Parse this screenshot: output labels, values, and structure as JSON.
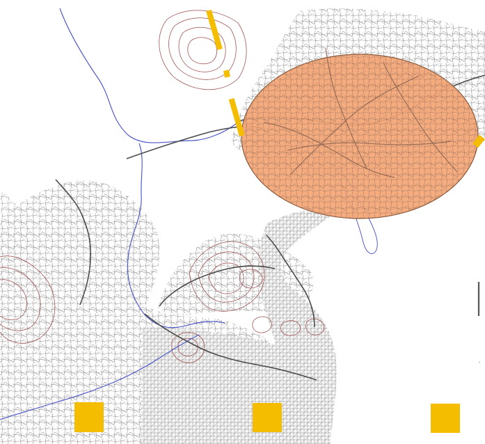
{
  "map": {
    "background_color": "#ffffff",
    "colors": {
      "street_network": "#8f8f8f",
      "main_road": "#4a4a4a",
      "contour_line": "#9a4b4b",
      "river": "#4b55c8",
      "study_area_fill": "#f4a574",
      "study_area_stroke": "#8a5a3c",
      "marker_yellow": "#f5bd00"
    },
    "layers": [
      {
        "name": "street-network",
        "icon": "street-grid-texture"
      },
      {
        "name": "topographic-contours",
        "icon": "contour-lines"
      },
      {
        "name": "rivers",
        "icon": "river-line"
      },
      {
        "name": "main-roads",
        "icon": "road-line"
      },
      {
        "name": "study-area",
        "icon": "orange-ellipse"
      },
      {
        "name": "legend-markers",
        "icon": "yellow-square"
      }
    ]
  }
}
